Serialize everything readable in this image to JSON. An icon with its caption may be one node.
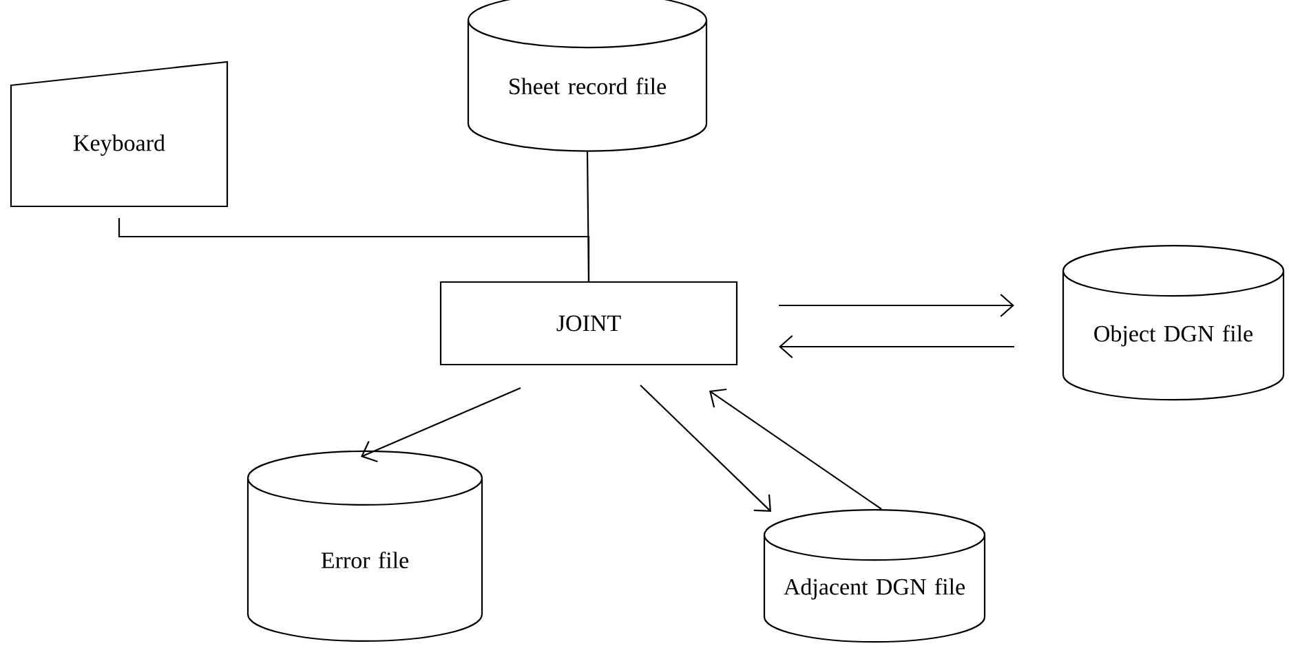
{
  "diagram": {
    "nodes": [
      {
        "text": [
          "Keyboard"
        ]
      },
      {
        "text": [
          "Sheet record file"
        ]
      },
      {
        "text": [
          "JOINT"
        ]
      },
      {
        "text": [
          "Object DGN file"
        ]
      },
      {
        "text": [
          "Error file"
        ]
      },
      {
        "text": [
          "Adjacent DGN file"
        ]
      }
    ],
    "edges": [
      {
        "from": 0,
        "to": 2,
        "arrow": "none"
      },
      {
        "from": 1,
        "to": 2,
        "arrow": "none"
      },
      {
        "from": 2,
        "to": 3,
        "arrow": "to"
      },
      {
        "from": 3,
        "to": 2,
        "arrow": "to"
      },
      {
        "from": 2,
        "to": 4,
        "arrow": "to"
      },
      {
        "from": 2,
        "to": 5,
        "arrow": "to"
      },
      {
        "from": 5,
        "to": 2,
        "arrow": "to"
      }
    ]
  }
}
